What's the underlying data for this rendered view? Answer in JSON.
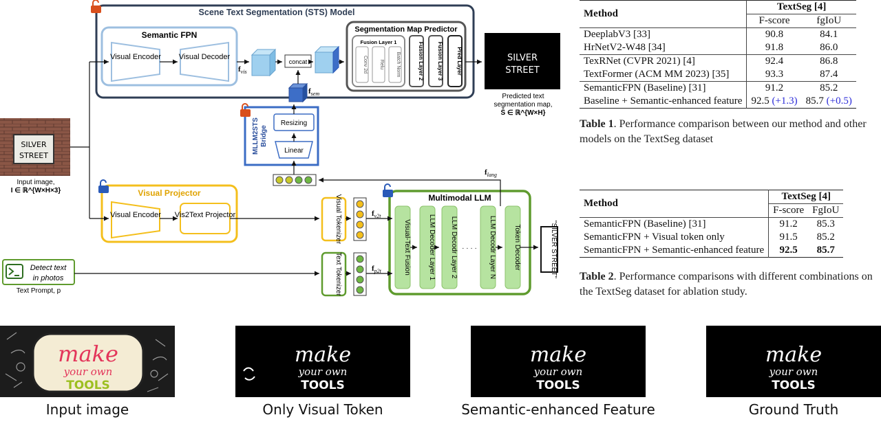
{
  "diagram": {
    "sts_title": "Scene Text Segmentation (STS) Model",
    "semantic_fpn": "Semantic FPN",
    "visual_encoder": "Visual Encoder",
    "visual_decoder": "Visual Decoder",
    "f_vis": "f",
    "f_vis_sub": "vis",
    "concat": "concat",
    "f_sem": "f",
    "f_sem_sub": "sem",
    "seg_map_predictor": "Segmentation Map Predictor",
    "fusion_layer_1": "Fusion Layer 1",
    "conv2d": "Conv 2d",
    "relu": "Relu",
    "batch_norm": "Batch Norm",
    "fusion_layer_2": "Fusion Layer 2",
    "fusion_layer_3": "Fusion Layer 3",
    "pred_layer": "Pred Layer",
    "pred_output_line1": "SILVER",
    "pred_output_line2": "STREET",
    "pred_caption_1": "Predicted text",
    "pred_caption_2": "segmentation map,",
    "pred_caption_3": "Ŝ ∈ ℝ^{W×H}",
    "bridge_title_1": "MLLM2STS",
    "bridge_title_2": "Bridge",
    "resizing": "Resizing",
    "linear": "Linear",
    "f_lang": "f",
    "f_lang_sub": "lang",
    "input_sign_1": "SILVER",
    "input_sign_2": "STREET",
    "input_caption_1": "Input image,",
    "input_caption_2": "I ∈ ℝ^{W×H×3}",
    "visual_projector": "Visual Projector",
    "vp_visual_encoder": "Visual Encoder",
    "vis2text_projector": "Vis2Text Projector",
    "visual_tokenizer": "Visual Tokenizer",
    "f_v2t": "f",
    "f_v2t_sub": "v2t",
    "multimodal_llm": "Multimodal LLM",
    "visual_text_fusion": "Visual-Text Fusion",
    "llm_decoder_1": "LLM Decoder Layer 1",
    "llm_decoder_2": "LLM Decodr Layer 2",
    "llm_decoder_n": "LLM Decodr Layer N",
    "dots": "· · · ·",
    "token_decoder": "Token Decoder",
    "output_text": "\"SILVER STREET\"",
    "text_tokenizer": "Text Tokenizer",
    "f_p2t": "f",
    "f_p2t_sub": "p2t",
    "prompt_text_1": "Detect text",
    "prompt_text_2": "in photos",
    "prompt_caption": "Text Prompt, p"
  },
  "table1": {
    "method_header": "Method",
    "dataset_header": "TextSeg [4]",
    "col1": "F-score",
    "col2": "fgIoU",
    "rows": [
      {
        "method": "DeeplabV3 [33]",
        "f": "90.8",
        "iou": "84.1"
      },
      {
        "method": "HrNetV2-W48 [34]",
        "f": "91.8",
        "iou": "86.0"
      },
      {
        "method": "TexRNet (CVPR 2021) [4]",
        "f": "92.4",
        "iou": "86.8"
      },
      {
        "method": "TextFormer (ACM MM 2023) [35]",
        "f": "93.3",
        "iou": "87.4"
      },
      {
        "method": "SemanticFPN (Baseline) [31]",
        "f": "91.2",
        "iou": "85.2"
      },
      {
        "method": "Baseline + Semantic-enhanced feature",
        "f": "92.5",
        "f_gain": "(+1.3)",
        "iou": "85.7",
        "iou_gain": "(+0.5)"
      }
    ],
    "caption_label": "Table 1",
    "caption_text": ". Performance comparison between our method and other models on the TextSeg dataset"
  },
  "table2": {
    "method_header": "Method",
    "dataset_header": "TextSeg [4]",
    "col1": "F-score",
    "col2": "FgIoU",
    "rows": [
      {
        "method": "SemanticFPN (Baseline) [31]",
        "f": "91.2",
        "iou": "85.3"
      },
      {
        "method": "SemanticFPN + Visual token only",
        "f": "91.5",
        "iou": "85.2"
      },
      {
        "method": "SemanticFPN + Semantic-enhanced feature",
        "f": "92.5",
        "iou": "85.7"
      }
    ],
    "caption_label": "Table 2",
    "caption_text": ". Performance comparisons with different combinations on the TextSeg dataset for ablation study."
  },
  "examples": {
    "art_line1": "make",
    "art_line2": "your own",
    "art_line3": "TOOLS",
    "labels": [
      "Input image",
      "Only Visual Token",
      "Semantic-enhanced Feature",
      "Ground Truth"
    ]
  },
  "colors": {
    "sts_border": "#2f3e55",
    "fpn_border": "#9dbfe0",
    "bridge_border": "#3b6cc4",
    "projector_border": "#f4bf1c",
    "llm_border": "#5f9b2e",
    "llm_block": "#b6e3a0",
    "lock_orange": "#d94f1c",
    "lock_blue": "#2a5ab8",
    "gain_blue": "#2b2bd8"
  }
}
